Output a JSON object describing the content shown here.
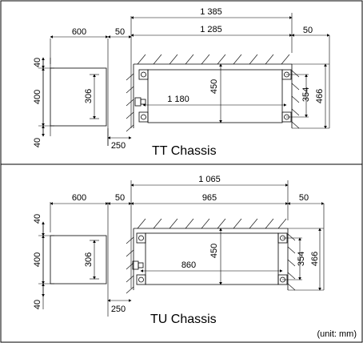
{
  "tt": {
    "title": "TT Chassis",
    "overall_width": "1 385",
    "body_width": "1 285",
    "clear_left_top": "600",
    "gap_left": "50",
    "gap_right": "50",
    "left_h_top": "40",
    "left_h_mid": "400",
    "left_h_bottom": "40",
    "inner_306": "306",
    "body_h_450": "450",
    "mount_1180": "1 180",
    "right_354": "354",
    "right_466": "466",
    "bottom_250": "250"
  },
  "tu": {
    "title": "TU Chassis",
    "overall_width": "1 065",
    "body_width": "965",
    "clear_left_top": "600",
    "gap_left": "50",
    "gap_right": "50",
    "left_h_top": "40",
    "left_h_mid": "400",
    "left_h_bottom": "40",
    "inner_306": "306",
    "body_h_450": "450",
    "mount_860": "860",
    "right_354": "354",
    "right_466": "466",
    "bottom_250": "250"
  },
  "unit_label": "(unit: mm)"
}
